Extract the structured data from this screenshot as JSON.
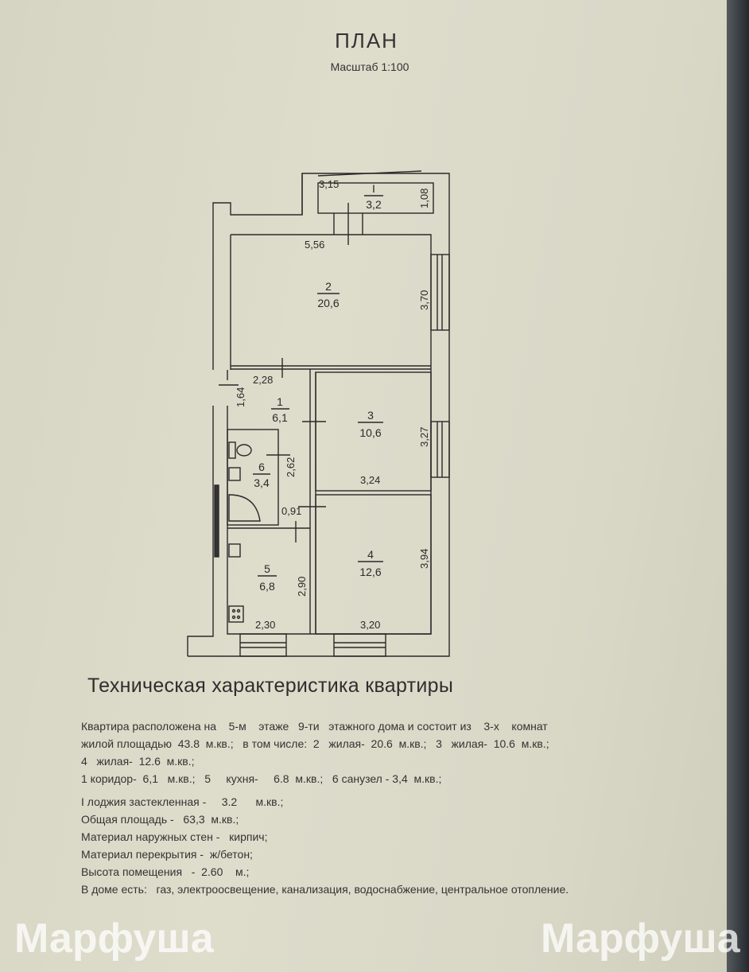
{
  "header": {
    "title": "ПЛАН",
    "scale": "Масштаб 1:100"
  },
  "plan": {
    "rooms": [
      {
        "id": "I",
        "area": "3,2"
      },
      {
        "id": "2",
        "area": "20,6"
      },
      {
        "id": "1",
        "area": "6,1"
      },
      {
        "id": "3",
        "area": "10,6"
      },
      {
        "id": "6",
        "area": "3,4"
      },
      {
        "id": "5",
        "area": "6,8"
      },
      {
        "id": "4",
        "area": "12,6"
      }
    ],
    "dimensions": {
      "loggia_w": "3,15",
      "loggia_d": "1,08",
      "r2_w": "5,56",
      "r2_d": "3,70",
      "r1_w": "2,28",
      "r1_d": "1,64",
      "r1_d2": "2,62",
      "r1_n": "0,91",
      "r3_d": "3,27",
      "r3_w": "3,24",
      "r4_d": "3,94",
      "r4_w": "3,20",
      "r5_d": "2,90",
      "r5_w": "2,30"
    }
  },
  "tech": {
    "title": "Техническая характеристика квартиры",
    "lines": [
      "Квартира расположена на    5-м    этаже   9-ти   этажного дома и состоит из    3-х    комнат",
      "жилой площадью  43.8  м.кв.;   в том числе:  2   жилая-  20.6  м.кв.;   3   жилая-  10.6  м.кв.;",
      "4   жилая-  12.6  м.кв.;",
      "1 коридор-  6,1   м.кв.;   5     кухня-     6.8  м.кв.;   6 санузел - 3,4  м.кв.;",
      "I лоджия застекленная -     3.2      м.кв.;",
      "Общая площадь -   63,3  м.кв.;",
      "Материал наружных стен -   кирпич;",
      "Материал перекрытия -  ж/бетон;",
      "Высота помещения   -  2.60    м.;",
      "В доме есть:   газ, электроосвещение, канализация, водоснабжение, центральное отопление."
    ]
  },
  "watermark": "Марфуша"
}
